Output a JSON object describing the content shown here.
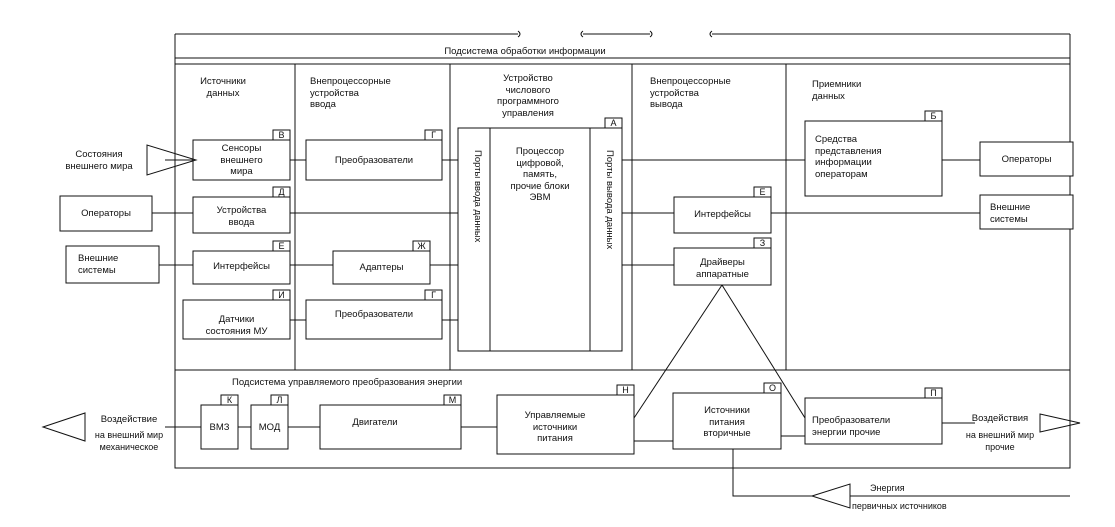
{
  "titles": {
    "info_subsystem": "Подсистема обработки информации",
    "energy_subsystem": "Подсистема управляемого преобразования энергии"
  },
  "columns": {
    "sources": "Источники\nданных",
    "input_devices": "Внепроцессорные\nустройства\nввода",
    "cnc": "Устройство\nчислового\nпрограммного\nуправления",
    "output_devices": "Внепроцессорные\nустройства\nвывода",
    "receivers": "Приемники\nданных"
  },
  "blocks": {
    "sensors": {
      "label": "Сенсоры\nвнешнего\nмира",
      "tag": "В"
    },
    "converters_top": {
      "label": "Преобразователи",
      "tag": "Г"
    },
    "input_units": {
      "label": "Устройства\nввода",
      "tag": "Д"
    },
    "interfaces_left": {
      "label": "Интерфейсы",
      "tag": "Е"
    },
    "adapters": {
      "label": "Адаптеры",
      "tag": "Ж"
    },
    "mu_sensors": {
      "label": "Датчики\nсостояния МУ",
      "tag": "И"
    },
    "converters_bottom": {
      "label": "Преобразователи",
      "tag": "Г"
    },
    "cnc_box": {
      "tag": "А"
    },
    "ports_in": "Порты ввода данных",
    "processor": "Процессор\nцифровой,\nпамять,\nпрочие блоки\nЭВМ",
    "ports_out": "Порты вывода данных",
    "interfaces_right": {
      "label": "Интерфейсы",
      "tag": "Е"
    },
    "hw_drivers": {
      "label": "Драйверы\nаппаратные",
      "tag": "З"
    },
    "display_means": {
      "label": "Средства\nпредставления\nинформации\nоператорам",
      "tag": "Б"
    },
    "vmz": {
      "label": "ВМЗ",
      "tag": "К"
    },
    "mod": {
      "label": "МОД",
      "tag": "Л"
    },
    "motors": {
      "label": "Двигатели",
      "tag": "М"
    },
    "controlled_power": {
      "label": "Управляемые\nисточники\nпитания",
      "tag": "Н"
    },
    "secondary_power": {
      "label": "Источники\nпитания\nвторичные",
      "tag": "О"
    },
    "other_converters": {
      "label": "Преобразователи\nэнергии прочие",
      "tag": "П"
    }
  },
  "external": {
    "world_state": "Состояния\nвнешнего мира",
    "operators_left": "Операторы",
    "ext_systems_left": "Внешние\nсистемы",
    "operators_right": "Операторы",
    "ext_systems_right": "Внешние\nсистемы",
    "mech_effect_1": "Воздействие",
    "mech_effect_2": "на внешний мир\nмеханическое",
    "other_effect_1": "Воздействия",
    "other_effect_2": "на внешний мир\nпрочие",
    "energy_1": "Энергия",
    "energy_2": "первичных источников"
  }
}
